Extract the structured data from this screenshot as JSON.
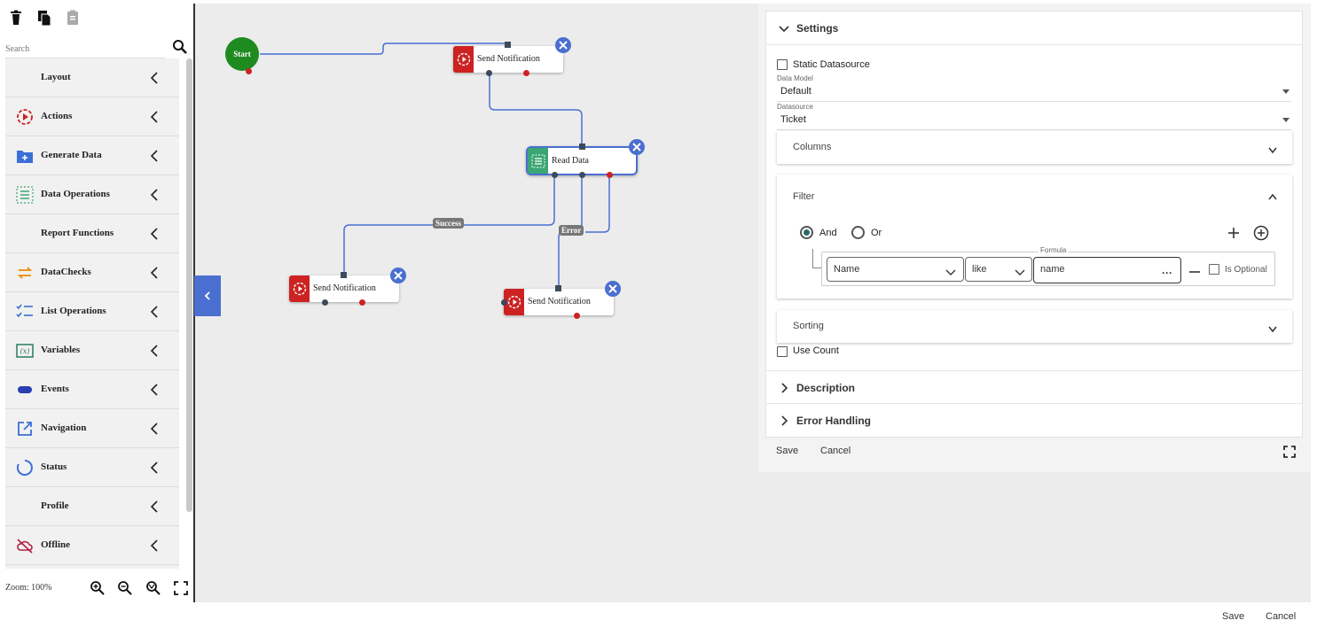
{
  "left_panel": {
    "search": {
      "placeholder": "Search"
    },
    "menu": [
      {
        "label": "Layout",
        "icon": "none"
      },
      {
        "label": "Actions",
        "icon": "play-circle-icon"
      },
      {
        "label": "Generate Data",
        "icon": "folder-plus-icon"
      },
      {
        "label": "Data Operations",
        "icon": "data-ops-icon"
      },
      {
        "label": "Report Functions",
        "icon": "none"
      },
      {
        "label": "DataChecks",
        "icon": "swap-arrows-icon"
      },
      {
        "label": "List Operations",
        "icon": "checklist-icon"
      },
      {
        "label": "Variables",
        "icon": "variable-icon"
      },
      {
        "label": "Events",
        "icon": "event-pill-icon"
      },
      {
        "label": "Navigation",
        "icon": "external-link-icon"
      },
      {
        "label": "Status",
        "icon": "spinner-icon"
      },
      {
        "label": "Profile",
        "icon": "none"
      },
      {
        "label": "Offline",
        "icon": "cloud-off-icon"
      }
    ],
    "zoom_label": "Zoom: 100%"
  },
  "canvas": {
    "nodes": {
      "start": "Start",
      "send1": "Send Notification",
      "read": "Read Data",
      "send2": "Send Notification",
      "send3": "Send Notification"
    },
    "edge_labels": {
      "success": "Success",
      "error": "Error"
    }
  },
  "properties": {
    "settings_title": "Settings",
    "static_datasource": "Static Datasource",
    "data_model_label": "Data Model",
    "data_model_value": "Default",
    "datasource_label": "Datasource",
    "datasource_value": "Ticket",
    "columns_title": "Columns",
    "filter_title": "Filter",
    "and_label": "And",
    "or_label": "Or",
    "formula_label": "Formula",
    "filter_field": "Name",
    "filter_op": "like",
    "filter_value": "name",
    "is_optional": "Is Optional",
    "sorting_title": "Sorting",
    "use_count": "Use Count",
    "description_title": "Description",
    "error_handling_title": "Error Handling",
    "save": "Save",
    "cancel": "Cancel"
  },
  "footer": {
    "save": "Save",
    "cancel": "Cancel"
  },
  "colors": {
    "accent": "#4a6fd0",
    "start": "#1f8a1f",
    "action_red": "#cc2222",
    "data_green": "#3aa673"
  }
}
